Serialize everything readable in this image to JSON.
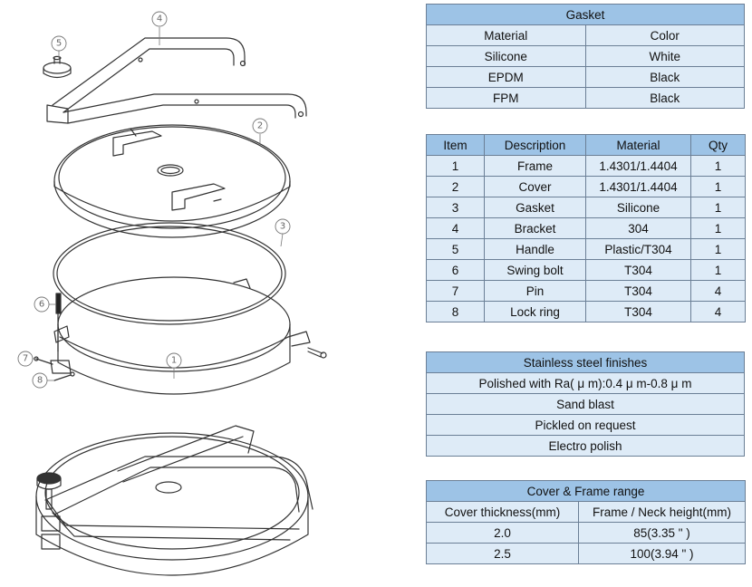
{
  "callouts": [
    "1",
    "2",
    "3",
    "4",
    "5",
    "6",
    "7",
    "8"
  ],
  "gasket_table": {
    "title": "Gasket",
    "headers": [
      "Material",
      "Color"
    ],
    "rows": [
      [
        "Silicone",
        "White"
      ],
      [
        "EPDM",
        "Black"
      ],
      [
        "FPM",
        "Black"
      ]
    ]
  },
  "parts_table": {
    "headers": [
      "Item",
      "Description",
      "Material",
      "Qty"
    ],
    "rows": [
      [
        "1",
        "Frame",
        "1.4301/1.4404",
        "1"
      ],
      [
        "2",
        "Cover",
        "1.4301/1.4404",
        "1"
      ],
      [
        "3",
        "Gasket",
        "Silicone",
        "1"
      ],
      [
        "4",
        "Bracket",
        "304",
        "1"
      ],
      [
        "5",
        "Handle",
        "Plastic/T304",
        "1"
      ],
      [
        "6",
        "Swing bolt",
        "T304",
        "1"
      ],
      [
        "7",
        "Pin",
        "T304",
        "4"
      ],
      [
        "8",
        "Lock ring",
        "T304",
        "4"
      ]
    ]
  },
  "finishes_table": {
    "title": "Stainless steel finishes",
    "rows": [
      "Polished with Ra( μ m):0.4 μ m-0.8 μ m",
      "Sand blast",
      "Pickled on request",
      "Electro polish"
    ]
  },
  "range_table": {
    "title": "Cover & Frame range",
    "headers": [
      "Cover thickness(mm)",
      "Frame / Neck height(mm)"
    ],
    "rows": [
      [
        "2.0",
        "85(3.35 \" )"
      ],
      [
        "2.5",
        "100(3.94 \" )"
      ]
    ]
  }
}
